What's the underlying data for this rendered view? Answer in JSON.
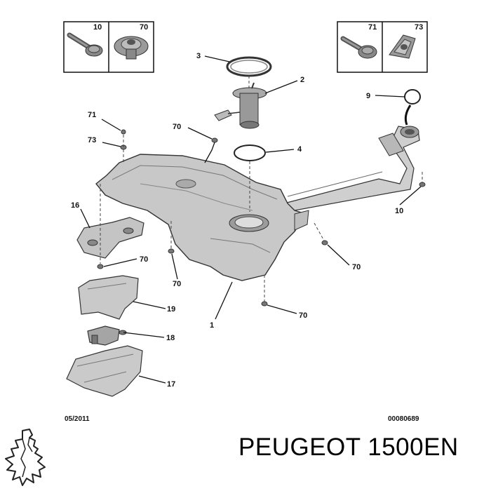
{
  "diagram": {
    "callouts": {
      "c1": "1",
      "c2": "2",
      "c3": "3",
      "c4": "4",
      "c9": "9",
      "c10": "10",
      "c16": "16",
      "c17": "17",
      "c18": "18",
      "c19": "19",
      "c70": "70",
      "c71": "71",
      "c73": "73"
    },
    "inset_left": {
      "label_a": "10",
      "label_b": "70"
    },
    "inset_right": {
      "label_a": "71",
      "label_b": "73"
    }
  },
  "footer": {
    "date_code": "05/2011",
    "ref_code": "00080689"
  },
  "caption": {
    "brand_part": "PEUGEOT 1500EN"
  },
  "logo": {
    "name": "peugeot-lion-logo"
  }
}
